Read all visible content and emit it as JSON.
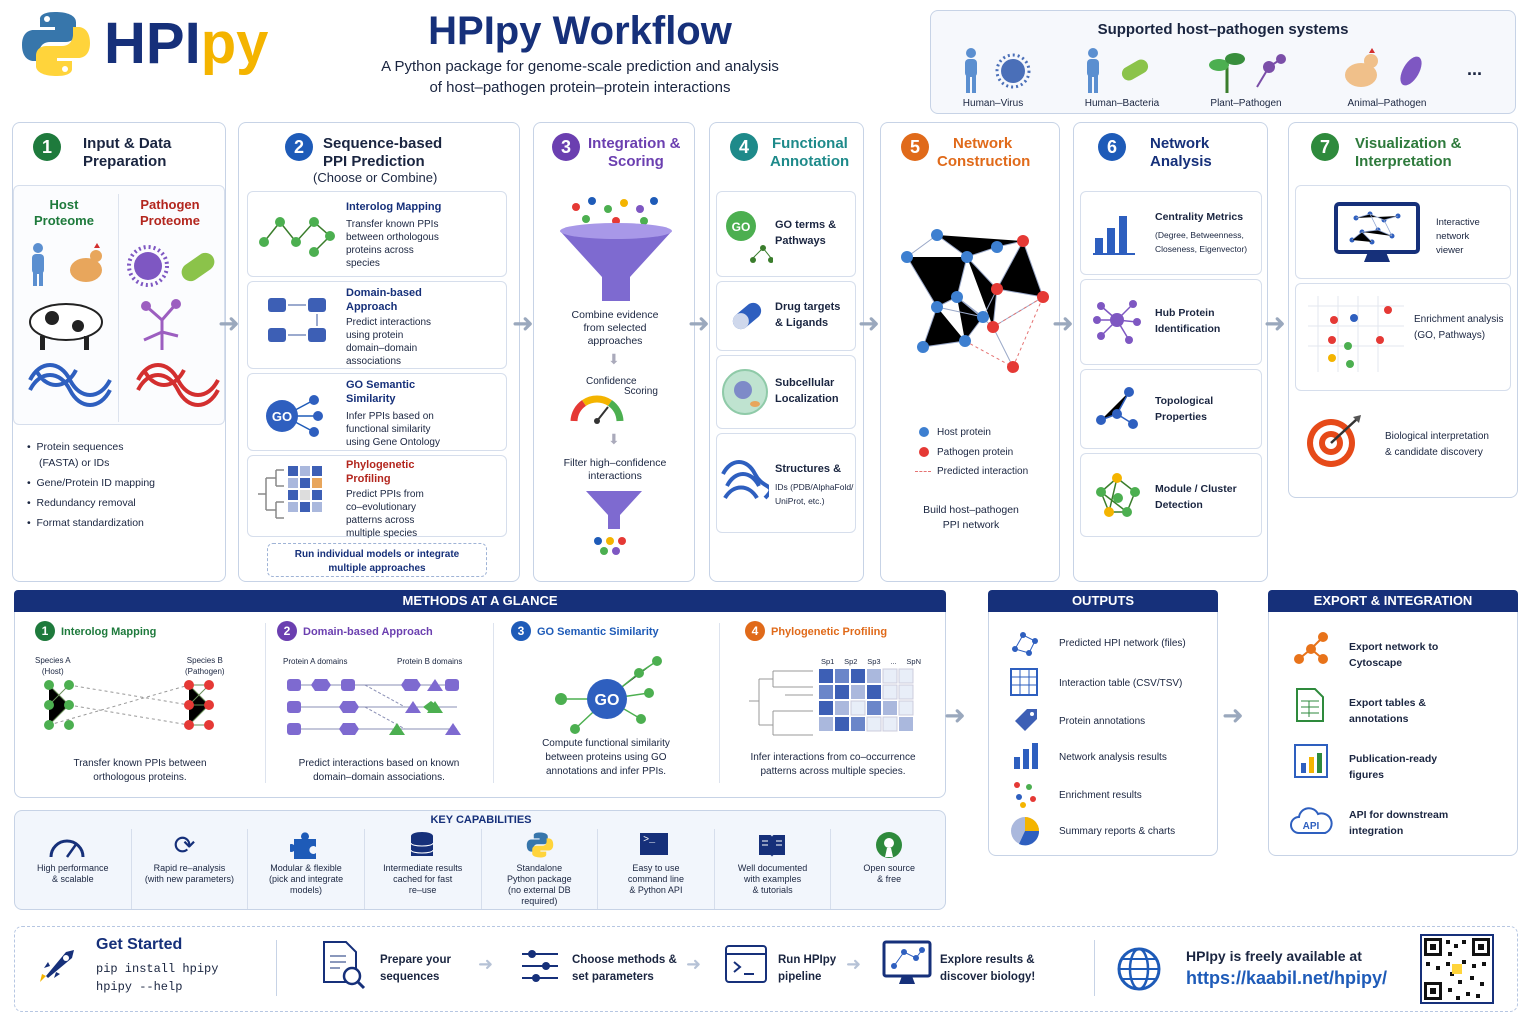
{
  "header": {
    "logo_hpi": "HPI",
    "logo_py": "py",
    "title": "HPIpy Workflow",
    "subtitle_line1": "A Python package for genome-scale prediction and analysis",
    "subtitle_line2": "of host–pathogen protein–protein interactions"
  },
  "systems": {
    "title": "Supported host–pathogen systems",
    "items": [
      "Human–Virus",
      "Human–Bacteria",
      "Plant–Pathogen",
      "Animal–Pathogen"
    ],
    "more": "..."
  },
  "steps": [
    {
      "num": "1",
      "title_l1": "Input & Data",
      "title_l2": "Preparation",
      "color": "#1e7a3c"
    },
    {
      "num": "2",
      "title_l1": "Sequence-based",
      "title_l2": "PPI Prediction",
      "title_l3": "(Choose or Combine)",
      "color": "#1e5bb8"
    },
    {
      "num": "3",
      "title_l1": "Integration &",
      "title_l2": "Scoring",
      "color": "#6b3fb0"
    },
    {
      "num": "4",
      "title_l1": "Functional",
      "title_l2": "Annotation",
      "color": "#1e8a8a"
    },
    {
      "num": "5",
      "title_l1": "Network",
      "title_l2": "Construction",
      "color": "#e06a1a"
    },
    {
      "num": "6",
      "title_l1": "Network",
      "title_l2": "Analysis",
      "color": "#1e5bb8"
    },
    {
      "num": "7",
      "title_l1": "Visualization &",
      "title_l2": "Interpretation",
      "color": "#2e8a3c"
    }
  ],
  "step1": {
    "host_l1": "Host",
    "host_l2": "Proteome",
    "path_l1": "Pathogen",
    "path_l2": "Proteome",
    "bullets": [
      "Protein sequences (FASTA) or IDs",
      "Gene/Protein ID mapping",
      "Redundancy removal",
      "Format standardization"
    ],
    "b1a": "Protein sequences",
    "b1b": "(FASTA)  or  IDs"
  },
  "step2": {
    "items": [
      {
        "title": "Interolog Mapping",
        "desc": [
          "Transfer known PPIs",
          "between orthologous",
          "proteins across",
          "species"
        ],
        "color": "#16307a"
      },
      {
        "title": "Domain-based",
        "title2": "Approach",
        "desc": [
          "Predict interactions",
          "using protein",
          "domain–domain",
          "associations"
        ],
        "color": "#16307a"
      },
      {
        "title": "GO Semantic",
        "title2": "Similarity",
        "desc": [
          "Infer PPIs based on",
          "functional similarity",
          "using Gene Ontology"
        ],
        "color": "#16307a"
      },
      {
        "title": "Phylogenetic",
        "title2": "Profiling",
        "desc": [
          "Predict PPIs from",
          "co–evolutionary",
          "patterns across",
          "multiple species"
        ],
        "color": "#b3261e"
      }
    ],
    "footer_l1": "Run individual models or integrate",
    "footer_l2": "multiple approaches",
    "go": "GO"
  },
  "step3": {
    "combine": [
      "Combine evidence",
      "from selected",
      "approaches"
    ],
    "conf1": "Confidence",
    "conf2": "Scoring",
    "filter1": "Filter high–confidence",
    "filter2": "interactions"
  },
  "step4": {
    "items": [
      [
        "GO terms &",
        "Pathways"
      ],
      [
        "Drug targets",
        "& Ligands"
      ],
      [
        "Subcellular",
        "Localization"
      ],
      [
        "Structures &"
      ]
    ],
    "struct_small": [
      "IDs (PDB/AlphaFold/",
      "UniProt, etc.)"
    ],
    "go": "GO"
  },
  "step5": {
    "legend": [
      "Host protein",
      "Pathogen protein",
      "Predicted interaction"
    ],
    "caption1": "Build host–pathogen",
    "caption2": "PPI network"
  },
  "step6": {
    "items": [
      [
        "Centrality Metrics"
      ],
      [
        "Hub Protein",
        "Identification"
      ],
      [
        "Topological",
        "Properties"
      ],
      [
        "Module / Cluster",
        "Detection"
      ]
    ],
    "centrality_small": [
      "(Degree, Betweenness,",
      "Closeness, Eigenvector)"
    ]
  },
  "step7": {
    "items": [
      [
        "Interactive network",
        "viewer"
      ],
      [
        "Enrichment analysis",
        "(GO, Pathways)"
      ],
      [
        "Biological interpretation",
        "& candidate discovery"
      ]
    ]
  },
  "methods": {
    "header": "METHODS AT A GLANCE",
    "items": [
      {
        "num": "1",
        "title": "Interolog Mapping",
        "cap1": "Transfer known PPIs between",
        "cap2": "orthologous proteins.",
        "color": "#1e7a3c",
        "la": "Species A",
        "la2": "(Host)",
        "lb": "Species B",
        "lb2": "(Pathogen)"
      },
      {
        "num": "2",
        "title": "Domain-based Approach",
        "cap1": "Predict interactions based on known",
        "cap2": "domain–domain associations.",
        "color": "#6b3fb0",
        "la": "Protein A domains",
        "lb": "Protein B domains"
      },
      {
        "num": "3",
        "title": "GO Semantic Similarity",
        "cap1": "Compute functional similarity",
        "cap2": "between proteins using GO",
        "cap3": "annotations and infer PPIs.",
        "color": "#1e5bb8",
        "go": "GO"
      },
      {
        "num": "4",
        "title": "Phylogenetic Profiling",
        "cap1": "Infer interactions from co–occurrence",
        "cap2": "patterns across multiple species.",
        "color": "#e06a1a",
        "sp": [
          "Sp1",
          "Sp2",
          "Sp3",
          "...",
          "SpN"
        ]
      }
    ]
  },
  "capabilities": {
    "header": "KEY CAPABILITIES",
    "items": [
      [
        "High performance",
        "& scalable"
      ],
      [
        "Rapid re–analysis",
        "(with new parameters)"
      ],
      [
        "Modular & flexible",
        "(pick and integrate",
        "models)"
      ],
      [
        "Intermediate results",
        "cached for fast",
        "re–use"
      ],
      [
        "Standalone",
        "Python package",
        "(no external DB",
        "required)"
      ],
      [
        "Easy to use",
        "command line",
        "& Python API"
      ],
      [
        "Well documented",
        "with examples",
        "& tutorials"
      ],
      [
        "Open source",
        "& free"
      ]
    ]
  },
  "outputs": {
    "header": "OUTPUTS",
    "items": [
      "Predicted HPI network (files)",
      "Interaction table (CSV/TSV)",
      "Protein annotations",
      "Network analysis results",
      "Enrichment results",
      "Summary reports & charts"
    ]
  },
  "export": {
    "header": "EXPORT & INTEGRATION",
    "items": [
      [
        "Export network to",
        "Cytoscape"
      ],
      [
        "Export tables &",
        "annotations"
      ],
      [
        "Publication-ready",
        "figures"
      ],
      [
        "API for downstream",
        "integration"
      ]
    ],
    "api": "API"
  },
  "footer": {
    "title": "Get Started",
    "cmd1": "pip install hpipy",
    "cmd2": "hpipy --help",
    "steps": [
      [
        "Prepare your",
        "sequences"
      ],
      [
        "Choose methods &",
        "set parameters"
      ],
      [
        "Run HPIpy",
        "pipeline"
      ],
      [
        "Explore results &",
        "discover biology!"
      ]
    ],
    "avail": "HPIpy is freely available at",
    "url": "https://kaabil.net/hpipy/"
  }
}
